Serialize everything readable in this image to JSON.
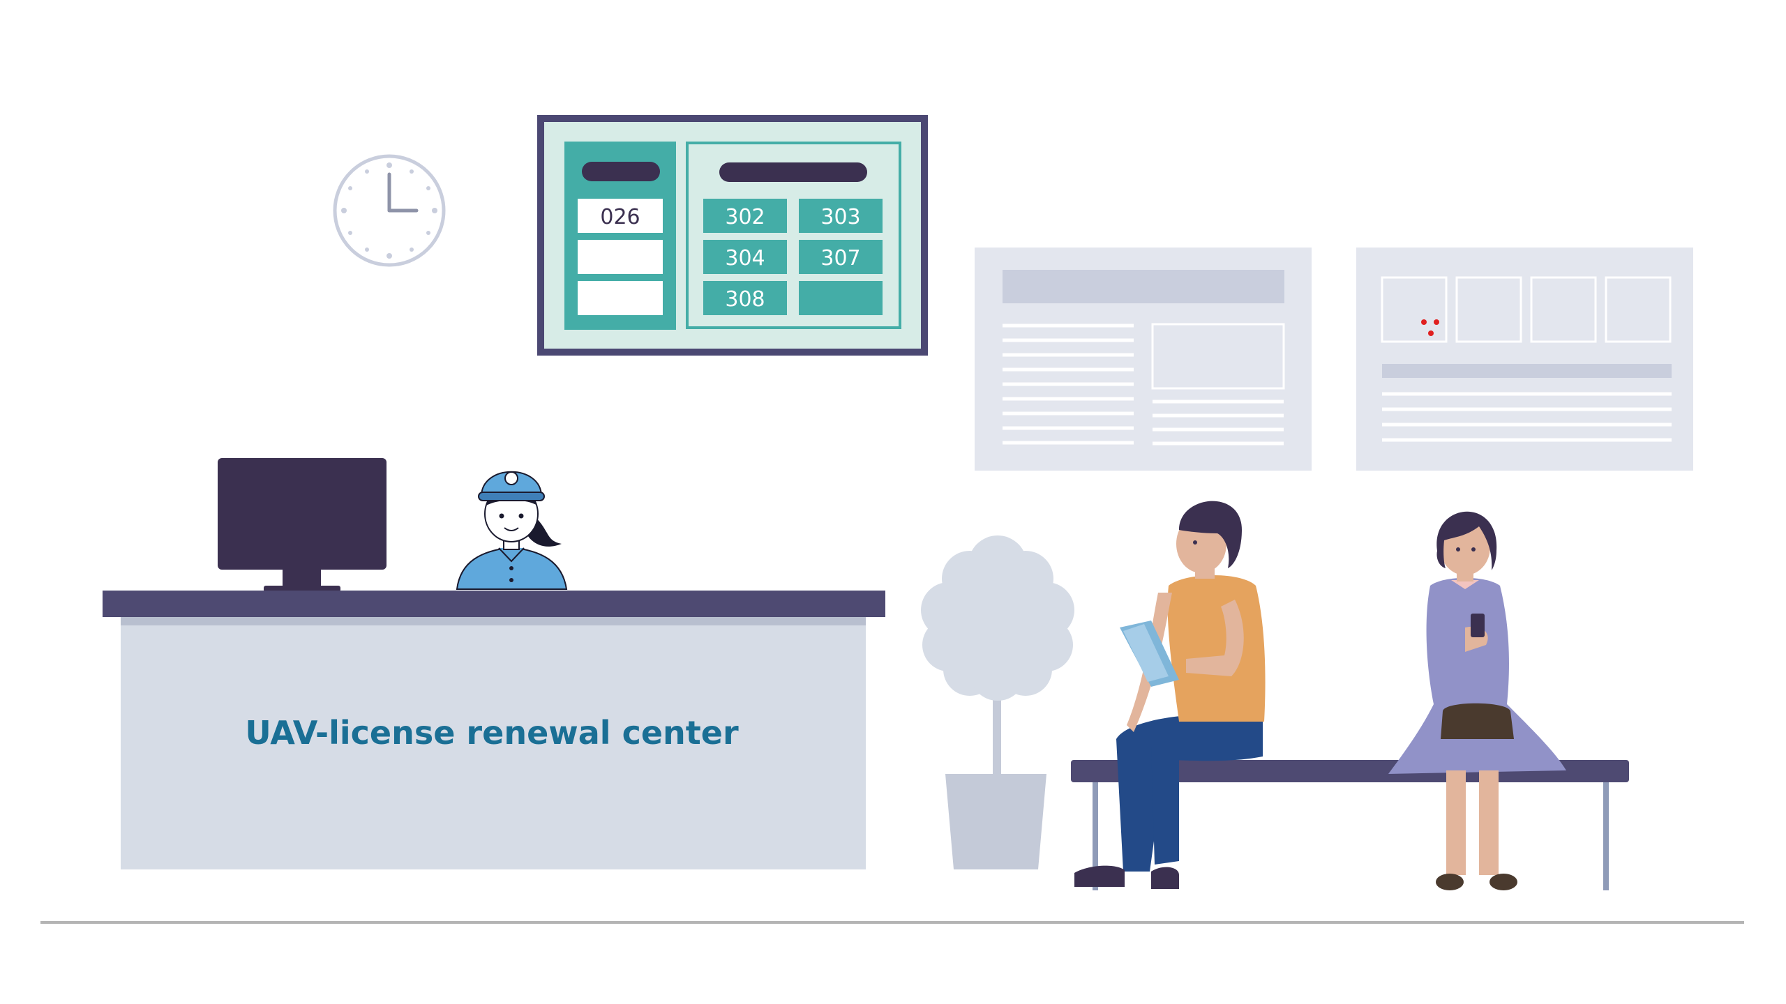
{
  "desk": {
    "sign": "UAV-license renewal center"
  },
  "queue_board": {
    "now_serving": [
      "026",
      "",
      ""
    ],
    "waiting": [
      "302",
      "303",
      "304",
      "307",
      "308",
      ""
    ]
  },
  "colors": {
    "teal": "#44ada7",
    "dark_purple": "#3b3050",
    "desk_top": "#4e4a72",
    "desk_front": "#d6dce6",
    "sign_text": "#1a6f95",
    "poster_bg": "#e3e6ee",
    "board_frame": "#4b4873",
    "board_bg": "#d7ece7"
  }
}
